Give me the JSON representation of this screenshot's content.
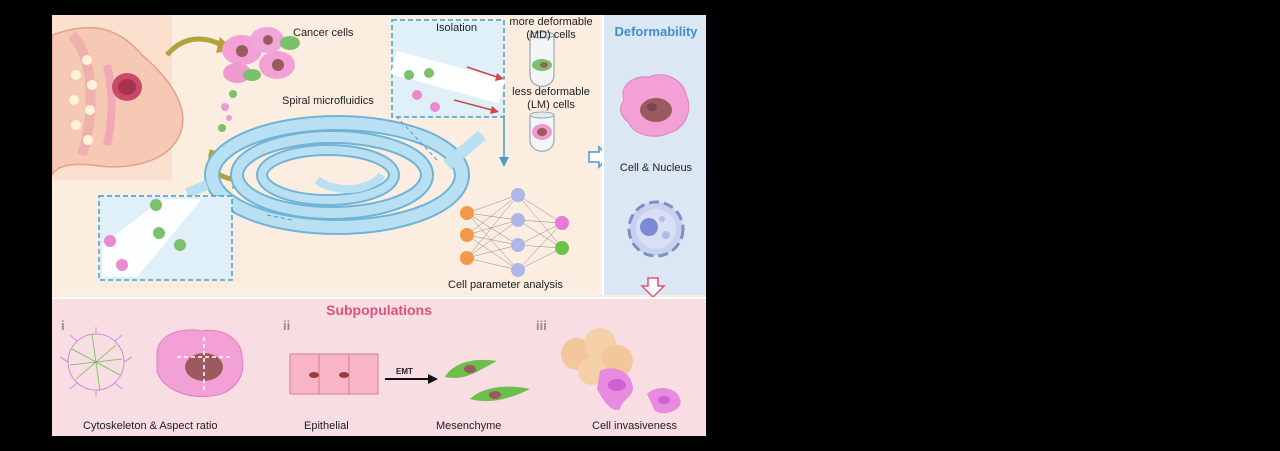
{
  "labels": {
    "cancer_cells": "Cancer cells",
    "spiral": "Spiral microfluidics",
    "isolation": "Isolation",
    "md_line1": "more deformable",
    "md_line2": "(MD) cells",
    "lm_line1": "less deformable",
    "lm_line2": "(LM) cells",
    "cell_param": "Cell parameter analysis",
    "deformability": "Deformability",
    "cell_nucleus": "Cell & Nucleus",
    "subpopulations": "Subpopulations",
    "roman_i": "i",
    "roman_ii": "ii",
    "roman_iii": "iii",
    "cytoskeleton": "Cytoskeleton & Aspect ratio",
    "epithelial": "Epithelial",
    "emt": "EMT",
    "mesenchyme": "Mesenchyme",
    "invasiveness": "Cell invasiveness"
  },
  "colors": {
    "deformability_title": "#3d8fd6",
    "subpopulations_title": "#e0527a",
    "spiral_fill": "#a9d6ec",
    "cancer_pink": "#f2a0d6",
    "nucleus_brown": "#9b5a5e",
    "green_cell": "#6cbf4a"
  }
}
